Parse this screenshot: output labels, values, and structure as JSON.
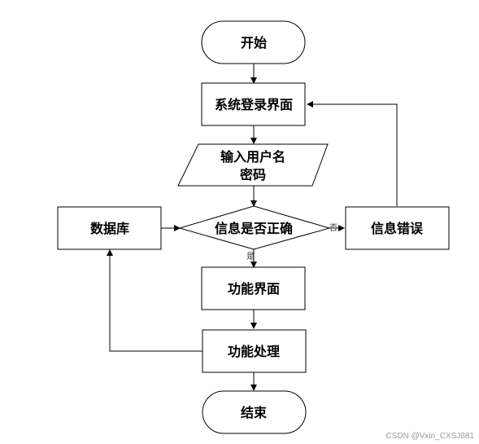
{
  "nodes": {
    "start": "开始",
    "login_page": "系统登录界面",
    "input_line1": "输入用户名",
    "input_line2": "密码",
    "database": "数据库",
    "check": "信息是否正确",
    "error": "信息错误",
    "function_page": "功能界面",
    "function_process": "功能处理",
    "end": "结束"
  },
  "edges": {
    "yes": "是",
    "no": "否"
  },
  "watermark": "CSDN @Vxin_CXSJ881"
}
